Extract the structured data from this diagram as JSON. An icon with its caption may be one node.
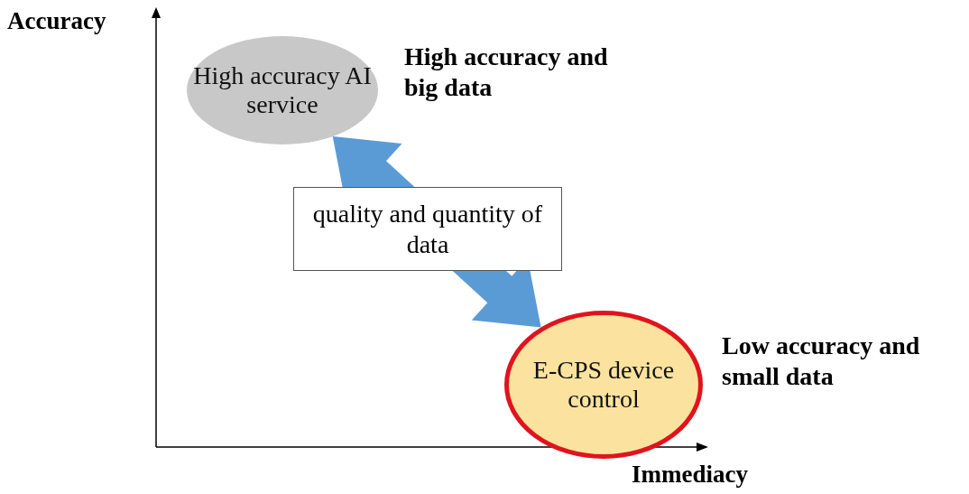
{
  "diagram": {
    "nodes": [
      {
        "text": [
          "High accuracy AI service"
        ],
        "beside": [
          "High accuracy and big data"
        ]
      },
      {
        "text": [
          "E-CPS device control"
        ],
        "beside": [
          "Low accuracy and small data"
        ]
      }
    ],
    "edges": [
      {
        "from": 0,
        "to": 1,
        "arrow": "both",
        "label": "quality and quantity of data",
        "style": "thick",
        "color": "#5b9bd5"
      }
    ],
    "labels": [
      "Accuracy",
      "Immediacy"
    ]
  }
}
